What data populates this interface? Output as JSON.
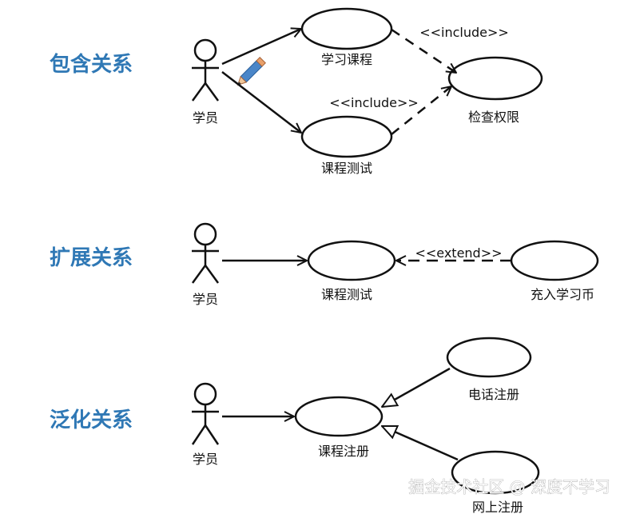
{
  "sections": [
    {
      "title": "包含关系",
      "actor": "学员",
      "use_cases": [
        "学习课程",
        "课程测试",
        "检查权限"
      ],
      "stereotypes": [
        "<<include>>",
        "<<include>>"
      ]
    },
    {
      "title": "扩展关系",
      "actor": "学员",
      "use_cases": [
        "课程测试",
        "充入学习币"
      ],
      "stereotypes": [
        "<<extend>>"
      ]
    },
    {
      "title": "泛化关系",
      "actor": "学员",
      "use_cases": [
        "课程注册",
        "电话注册",
        "网上注册"
      ]
    }
  ],
  "icons": {
    "pencil": "pencil-icon"
  },
  "colors": {
    "title": "#2f78b5",
    "line": "#111111"
  },
  "watermark": "掘金技术社区 @ 深度不学习"
}
